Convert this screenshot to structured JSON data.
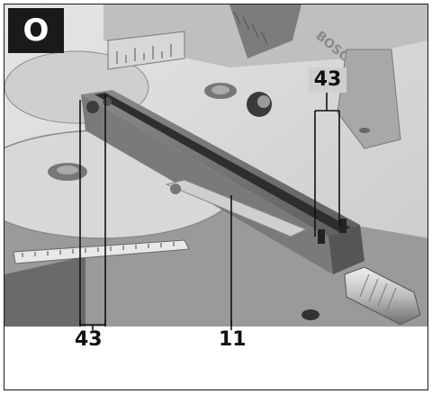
{
  "figure": {
    "letter": "O",
    "callouts": {
      "top_right": "43",
      "bottom_left": "43",
      "bottom_middle": "11"
    },
    "engraved_text": "BOSCH"
  }
}
